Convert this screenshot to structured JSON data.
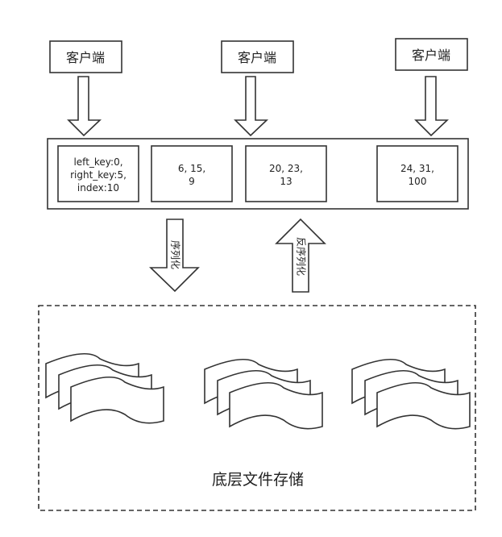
{
  "diagram": {
    "clients": [
      {
        "label": "客户端"
      },
      {
        "label": "客户端"
      },
      {
        "label": "客户端"
      }
    ],
    "index_cells": [
      {
        "lines": [
          "left_key:0,",
          "right_key:5,",
          "index:10"
        ]
      },
      {
        "lines": [
          "6, 15,",
          "9"
        ]
      },
      {
        "lines": [
          "20, 23,",
          "13"
        ]
      },
      {
        "lines": [
          "24, 31,",
          "100"
        ]
      }
    ],
    "serialize_label": "序列化",
    "deserialize_label": "反序列化",
    "storage_label": "底层文件存储",
    "colors": {
      "stroke": "#333333",
      "background": "#ffffff",
      "text": "#222222"
    }
  }
}
